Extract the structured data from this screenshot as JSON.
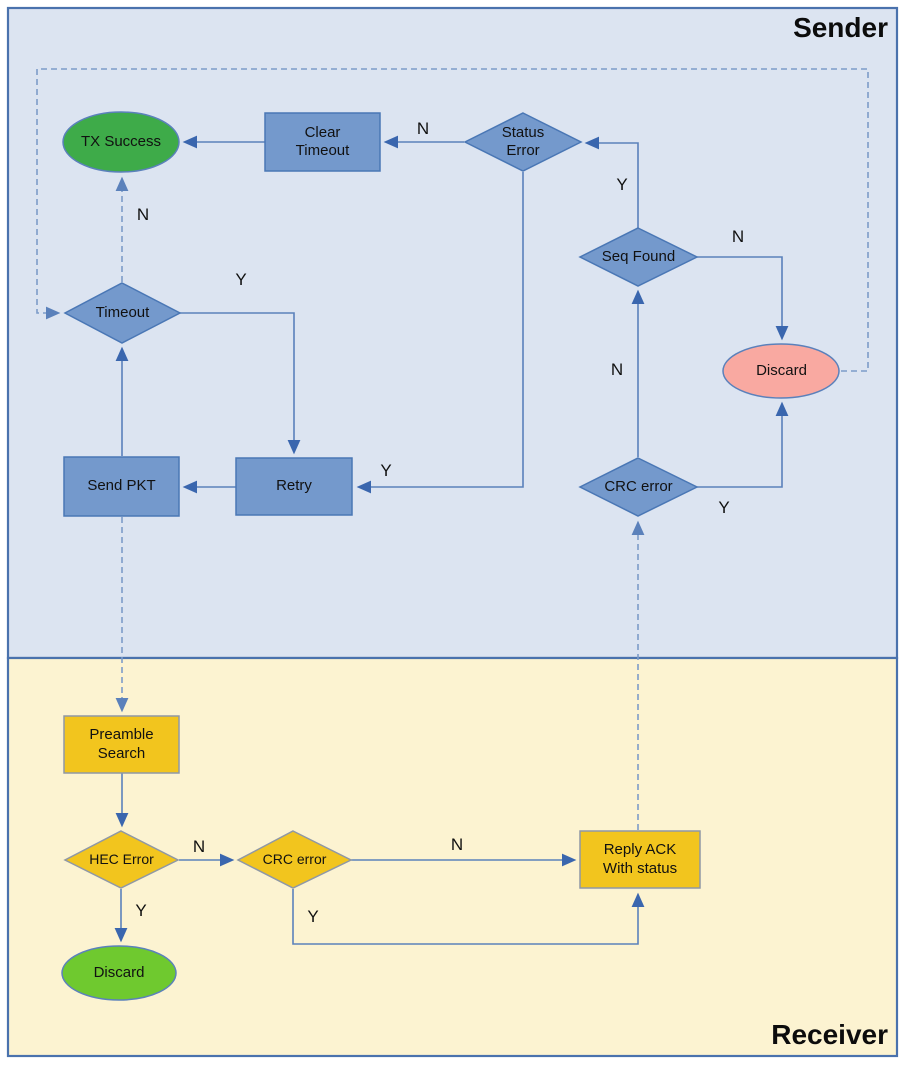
{
  "diagram": {
    "colors": {
      "sender_bg": "#dce4f1",
      "receiver_bg": "#fcf3d1",
      "region_border": "#4a72ad",
      "node_blue": "#7499cc",
      "node_blue_border": "#4a77b5",
      "node_yellow": "#f2c51e",
      "node_yellow_border": "#8f98a5",
      "green_dark": "#3eab49",
      "green_bright": "#6fc92f",
      "pink": "#f9a9a1",
      "ellipse_border": "#5b81bb",
      "solid_edge": "#5b81bb",
      "dashed_edge": "#7d9cc9"
    },
    "sender": {
      "title": "Sender",
      "nodes": {
        "tx_success": {
          "label": "TX Success",
          "type": "terminator"
        },
        "clear_timeout": {
          "label": "Clear\nTimeout",
          "type": "process"
        },
        "status_error": {
          "label": "Status\nError",
          "type": "decision"
        },
        "seq_found": {
          "label": "Seq Found",
          "type": "decision"
        },
        "discard": {
          "label": "Discard",
          "type": "terminator"
        },
        "timeout": {
          "label": "Timeout",
          "type": "decision"
        },
        "send_pkt": {
          "label": "Send PKT",
          "type": "process"
        },
        "retry": {
          "label": "Retry",
          "type": "process"
        },
        "crc_error": {
          "label": "CRC error",
          "type": "decision"
        }
      },
      "edge_labels": {
        "status_error_to_clear_timeout": "N",
        "seq_found_to_status_error": "Y",
        "seq_found_to_discard": "N",
        "crc_error_to_seq_found": "N",
        "crc_error_to_discard": "Y",
        "status_error_to_retry": "Y",
        "timeout_to_retry": "Y",
        "timeout_to_tx_success": "N"
      }
    },
    "receiver": {
      "title": "Receiver",
      "nodes": {
        "preamble_search": {
          "label": "Preamble\nSearch",
          "type": "process"
        },
        "hec_error": {
          "label": "HEC Error",
          "type": "decision"
        },
        "crc_error": {
          "label": "CRC error",
          "type": "decision"
        },
        "discard": {
          "label": "Discard",
          "type": "terminator"
        },
        "reply_ack": {
          "label": "Reply ACK\nWith status",
          "type": "process"
        }
      },
      "edge_labels": {
        "hec_error_to_crc_error": "N",
        "hec_error_to_discard": "Y",
        "crc_error_to_reply_ack": "N",
        "crc_error_to_reply_ack_bottom": "Y"
      }
    }
  }
}
